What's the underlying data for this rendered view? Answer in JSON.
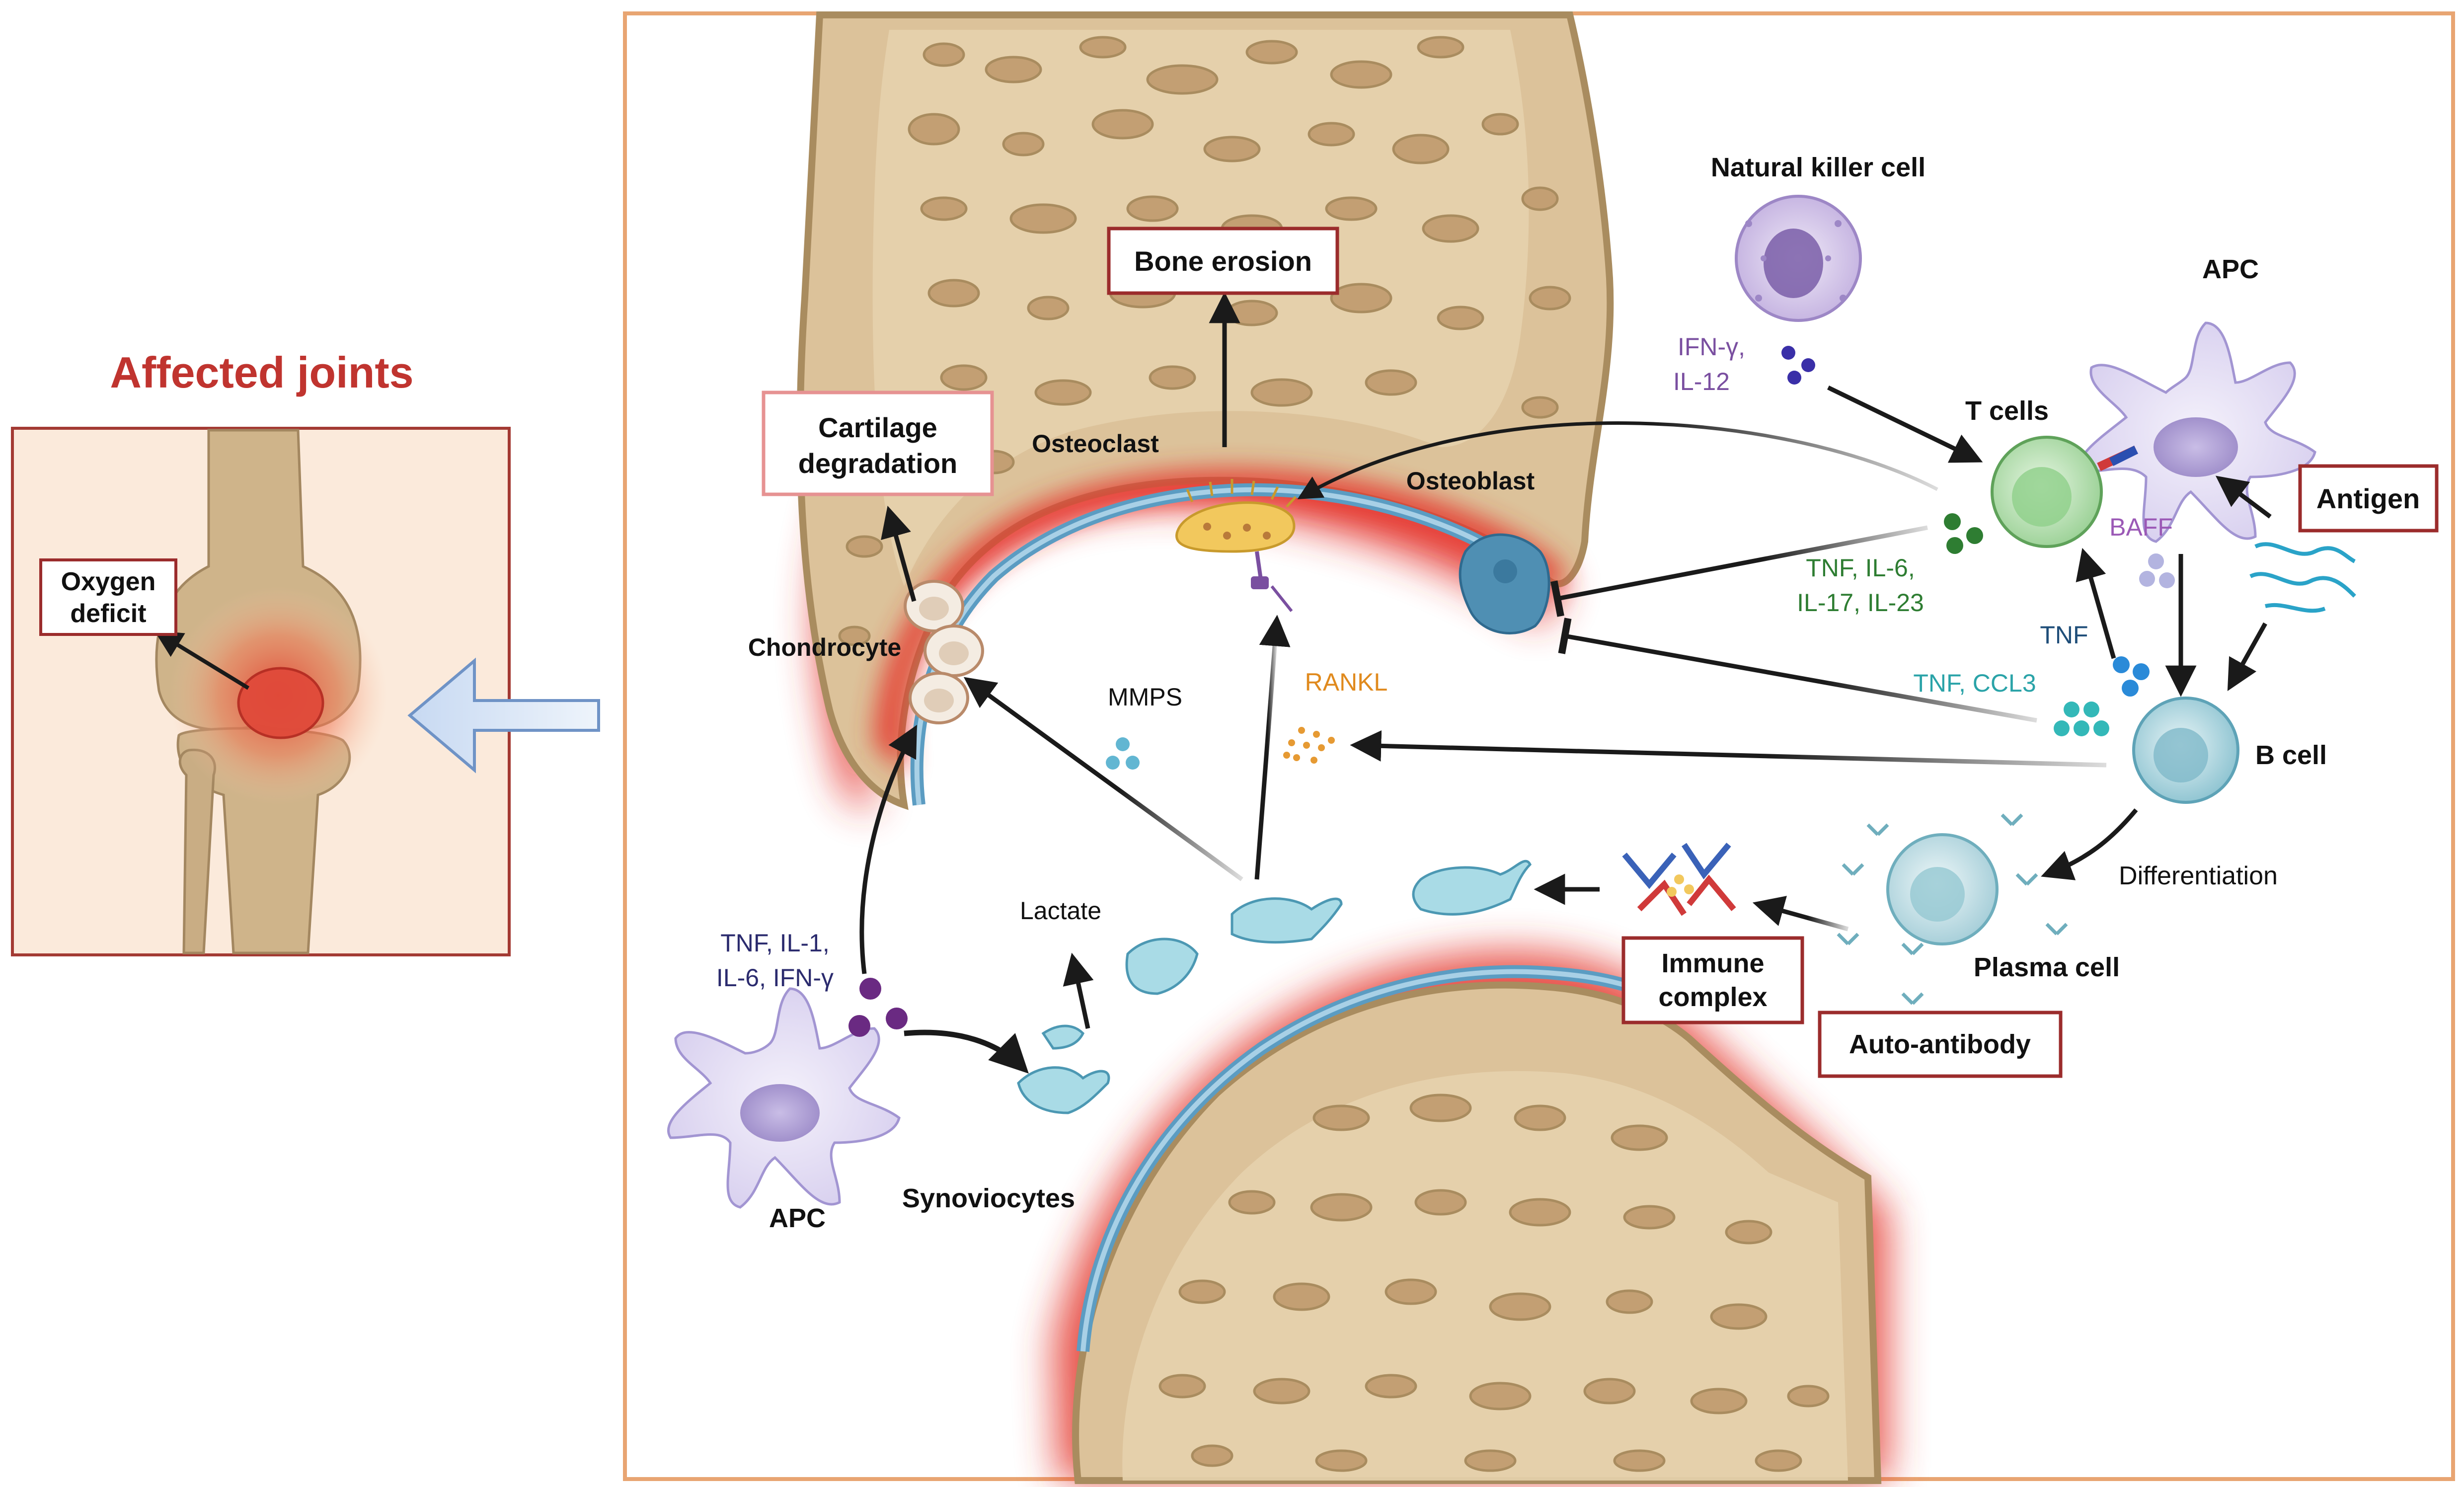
{
  "left_panel": {
    "title": "Affected joints",
    "oxygen_label_line1": "Oxygen",
    "oxygen_label_line2": "deficit"
  },
  "boxes": {
    "bone_erosion": "Bone erosion",
    "cartilage_line1": "Cartilage",
    "cartilage_line2": "degradation",
    "antigen": "Antigen",
    "immune_line1": "Immune",
    "immune_line2": "complex",
    "auto_antibody": "Auto-antibody"
  },
  "cells": {
    "natural_killer": "Natural killer cell",
    "apc_top": "APC",
    "t_cells": "T cells",
    "osteoclast": "Osteoclast",
    "osteoblast": "Osteoblast",
    "chondrocyte": "Chondrocyte",
    "b_cell": "B cell",
    "plasma_cell": "Plasma cell",
    "differentiation": "Differentiation",
    "apc_bottom": "APC",
    "synoviocytes": "Synoviocytes",
    "lactate": "Lactate"
  },
  "mediators": {
    "nk_line1": "IFN-γ,",
    "nk_line2": "IL-12",
    "tcell_line1": "TNF, IL-6,",
    "tcell_line2": "IL-17, IL-23",
    "baff": "BAFF",
    "tnf": "TNF",
    "bcell_tnf_ccl3": "TNF, CCL3",
    "mmps": "MMPS",
    "rankl": "RANKL",
    "apc_line1": "TNF, IL-1,",
    "apc_line2": "IL-6, IFN-γ"
  },
  "colors": {
    "box_border": "#9b2c2c",
    "title_red": "#c0342f",
    "panel_border": "#e8a572",
    "bone": "#dcc29a",
    "bone_dark": "#a98c5f",
    "inflammation": "#e13a2c",
    "cartilage_blue": "#5b9cc2",
    "nk_purple": "#7a4fa0",
    "tcell_green": "#2e7d32",
    "bcell_teal": "#2aa3a8",
    "apc_navy": "#2b2b6e",
    "rankl_orange": "#e08a1e",
    "tnf_navy": "#1f4e79"
  }
}
